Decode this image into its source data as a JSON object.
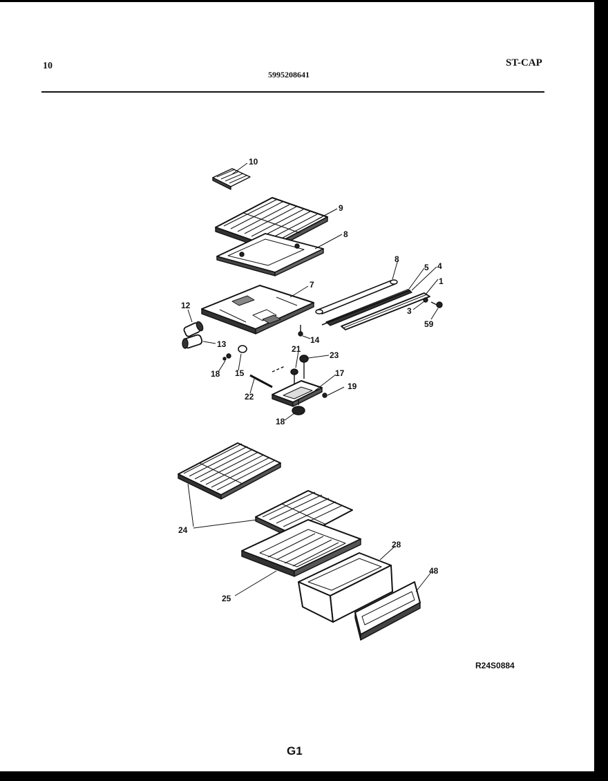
{
  "header": {
    "page_number": "10",
    "part_number": "5995208641",
    "model_code": "ST-CAP"
  },
  "diagram": {
    "callouts": [
      {
        "id": "c10",
        "label": "10"
      },
      {
        "id": "c9",
        "label": "9"
      },
      {
        "id": "c8a",
        "label": "8"
      },
      {
        "id": "c8b",
        "label": "8"
      },
      {
        "id": "c5",
        "label": "5"
      },
      {
        "id": "c4",
        "label": "4"
      },
      {
        "id": "c1",
        "label": "1"
      },
      {
        "id": "c7",
        "label": "7"
      },
      {
        "id": "c3",
        "label": "3"
      },
      {
        "id": "c59",
        "label": "59"
      },
      {
        "id": "c12",
        "label": "12"
      },
      {
        "id": "c13",
        "label": "13"
      },
      {
        "id": "c14",
        "label": "14"
      },
      {
        "id": "c21",
        "label": "21"
      },
      {
        "id": "c23",
        "label": "23"
      },
      {
        "id": "c18a",
        "label": "18"
      },
      {
        "id": "c15",
        "label": "15"
      },
      {
        "id": "c17",
        "label": "17"
      },
      {
        "id": "c19",
        "label": "19"
      },
      {
        "id": "c22",
        "label": "22"
      },
      {
        "id": "c18b",
        "label": "18"
      },
      {
        "id": "c24",
        "label": "24"
      },
      {
        "id": "c28",
        "label": "28"
      },
      {
        "id": "c48",
        "label": "48"
      },
      {
        "id": "c25",
        "label": "25"
      }
    ]
  },
  "footer": {
    "reference_code": "R24S0884",
    "page_code": "G1"
  }
}
